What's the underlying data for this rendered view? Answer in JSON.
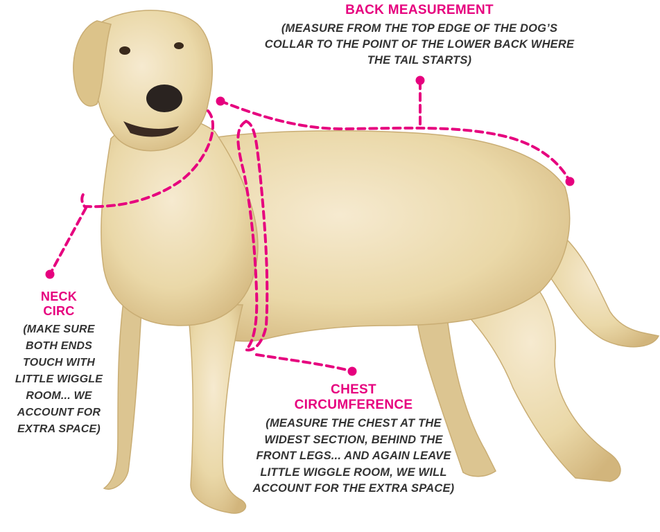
{
  "colors": {
    "accent": "#e6007e",
    "text": "#333333",
    "fur": "#ead8a8",
    "fur_shadow": "#cdb27a",
    "nose": "#2a2320"
  },
  "icons": {
    "subject": "dog-illustration",
    "markers": "measurement-dot"
  },
  "back": {
    "title": "BACK MEASUREMENT",
    "note_pre": "(MEASURE FROM THE ",
    "note_em": "TOP EDGE",
    "note_post": " OF THE DOG’S COLLAR TO THE POINT OF THE LOWER BACK WHERE THE TAIL STARTS)"
  },
  "neck": {
    "title_line1": "NECK",
    "title_line2": "CIRC",
    "note": "(MAKE SURE BOTH ENDS TOUCH WITH LITTLE WIGGLE ROOM... WE ACCOUNT FOR EXTRA SPACE)"
  },
  "chest": {
    "title_line1": "CHEST",
    "title_line2": "CIRCUMFERENCE",
    "note_pre": "(MEASURE THE CHEST AT THE ",
    "note_em": "WIDEST",
    "note_post": " SECTION, BEHIND THE FRONT LEGS... AND AGAIN LEAVE LITTLE WIGGLE ROOM, WE WILL ACCOUNT FOR THE EXTRA SPACE)"
  }
}
